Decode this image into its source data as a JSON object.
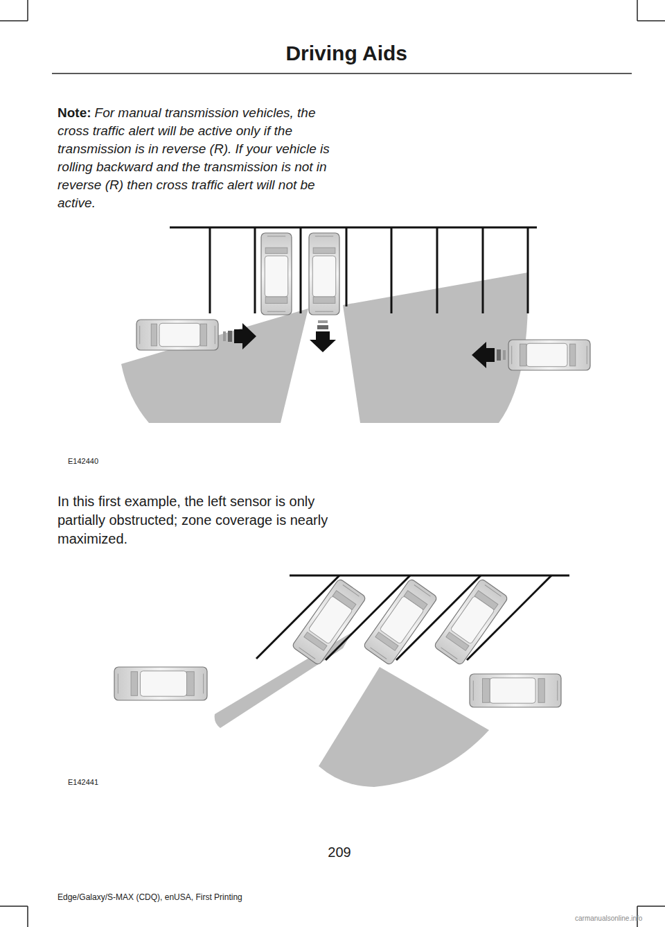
{
  "diagram": {
    "title": "Driving Aids",
    "labels": [
      "Note:",
      "For manual transmission vehicles, the cross traffic alert will be active only if the transmission is in reverse (R). If your vehicle is rolling backward and the transmission is not in reverse (R) then cross traffic alert will not be active.",
      "E142440",
      "In this first example, the left sensor is only partially obstructed; zone coverage is nearly maximized.",
      "E142441",
      "209",
      "Edge/Galaxy/S-MAX (CDQ), enUSA, First Printing",
      "carmanualsonline.info"
    ]
  }
}
